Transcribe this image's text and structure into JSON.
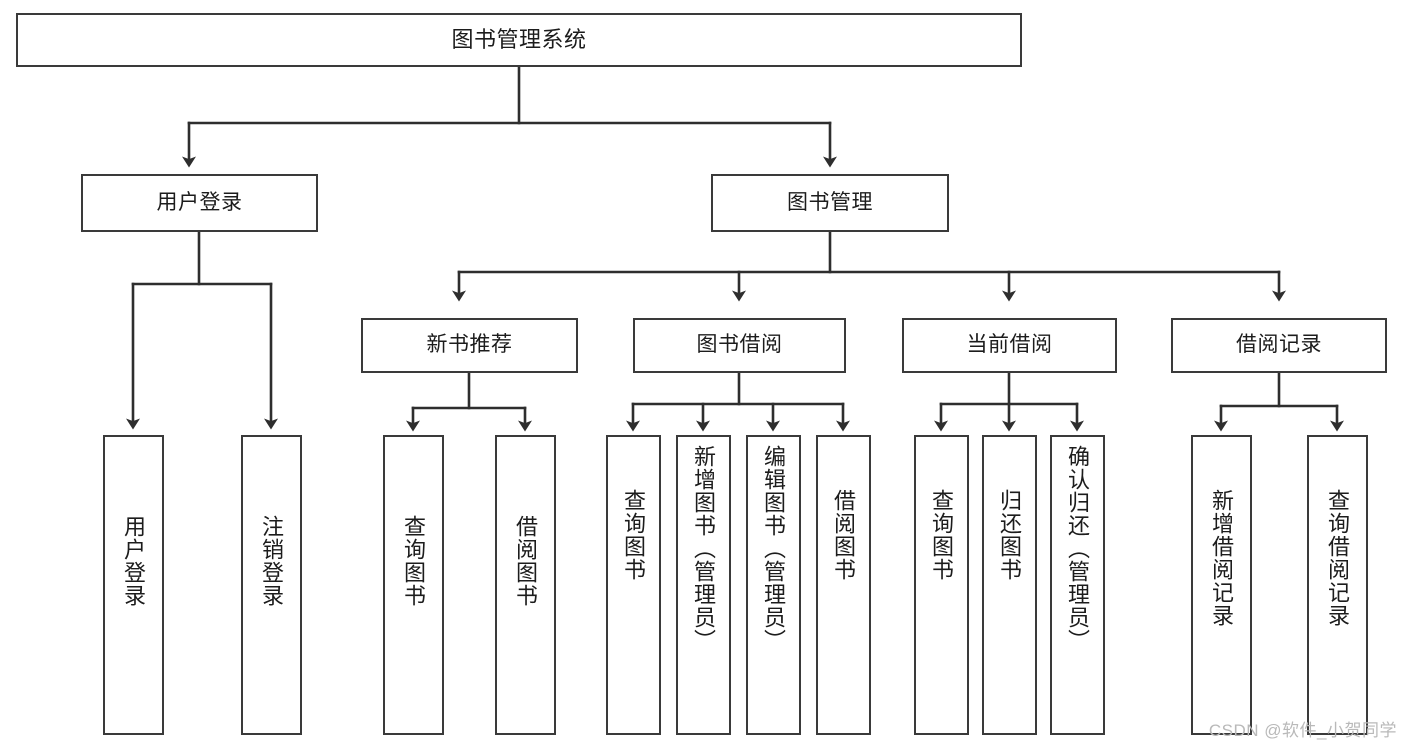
{
  "diagram": {
    "type": "tree-hierarchy",
    "title": "图书管理系统",
    "watermark": "CSDN @软件_小贺同学",
    "colors": {
      "box_border": "#3a3a3a",
      "box_fill": "#ffffff",
      "connector": "#2e2e2e",
      "text": "#1c1c1c",
      "watermark": "#b9b9b9"
    },
    "levels": {
      "root": {
        "label": "图书管理系统"
      },
      "level2": [
        {
          "label": "用户登录"
        },
        {
          "label": "图书管理"
        }
      ],
      "level3": [
        {
          "label": "新书推荐"
        },
        {
          "label": "图书借阅"
        },
        {
          "label": "当前借阅"
        },
        {
          "label": "借阅记录"
        }
      ]
    },
    "groups": [
      {
        "parent": "用户登录",
        "children": [
          {
            "label": "用户登录"
          },
          {
            "label": "注销登录"
          }
        ]
      },
      {
        "parent": "新书推荐",
        "children": [
          {
            "label": "查询图书"
          },
          {
            "label": "借阅图书"
          }
        ]
      },
      {
        "parent": "图书借阅",
        "children": [
          {
            "label": "查询图书"
          },
          {
            "label": "新增图书（管理员）"
          },
          {
            "label": "编辑图书（管理员）"
          },
          {
            "label": "借阅图书"
          }
        ]
      },
      {
        "parent": "当前借阅",
        "children": [
          {
            "label": "查询图书"
          },
          {
            "label": "归还图书"
          },
          {
            "label": "确认归还（管理员）"
          }
        ]
      },
      {
        "parent": "借阅记录",
        "children": [
          {
            "label": "新增借阅记录"
          },
          {
            "label": "查询借阅记录"
          }
        ]
      }
    ]
  }
}
